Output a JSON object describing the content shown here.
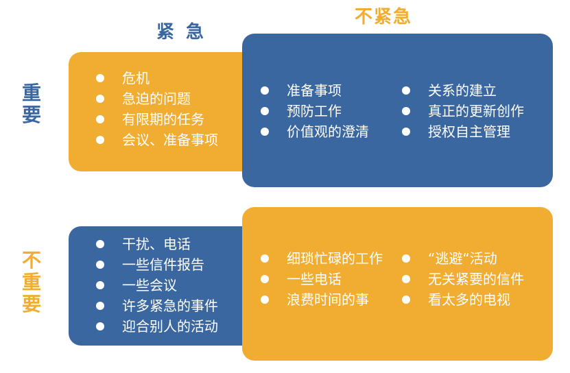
{
  "colors": {
    "blue": "#3B67A1",
    "orange": "#F0AD32",
    "white": "#FFFFFF"
  },
  "headers": {
    "urgent": "紧 急",
    "not_urgent": "不紧急"
  },
  "sides": {
    "important": "重\n要",
    "not_important": "不\n重\n要"
  },
  "quadrants": {
    "important_urgent": {
      "items": [
        "危机",
        "急迫的问题",
        "有限期的任务",
        "会议、准备事项"
      ]
    },
    "important_not_urgent": {
      "left_items": [
        "准备事项",
        "预防工作",
        "价值观的澄清"
      ],
      "right_items": [
        "关系的建立",
        "真正的更新创作",
        "授权自主管理"
      ]
    },
    "not_important_urgent": {
      "items": [
        "干扰、电话",
        "一些信件报告",
        "一些会议",
        "许多紧急的事件",
        "迎合别人的活动"
      ]
    },
    "not_important_not_urgent": {
      "left_items": [
        "细琐忙碌的工作",
        "一些电话",
        "浪费时间的事"
      ],
      "right_items": [
        "“逃避“活动",
        "无关紧要的信件",
        "看太多的电视"
      ]
    }
  }
}
